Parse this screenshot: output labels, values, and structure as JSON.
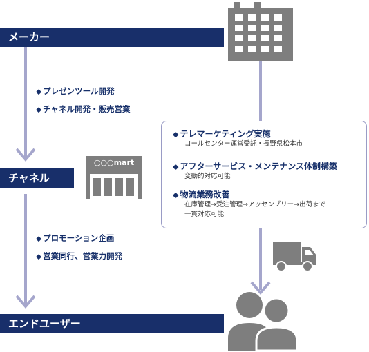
{
  "bands": {
    "maker": "メーカー",
    "channel": "チャネル",
    "end_user": "エンドユーザー"
  },
  "maker_to_channel": [
    "プレゼンツール開発",
    "チャネル開発・販売営業"
  ],
  "channel_to_user": [
    "プロモーション企画",
    "営業同行、営業力開発"
  ],
  "store_sign": "○○○mart",
  "services": [
    {
      "title": "テレマーケティング実施",
      "detail": [
        "コールセンター運営受託・長野県松本市"
      ]
    },
    {
      "title": "アフターサービス・メンテナンス体制構築",
      "detail": [
        "変動的対応可能"
      ]
    },
    {
      "title": "物流業務改善",
      "detail": [
        "在庫管理→受注管理→アッセンブリー→出荷まで",
        "一貫対応可能"
      ]
    }
  ],
  "colors": {
    "band": "#182f6a",
    "arrow": "#a5a6cc",
    "icon_gray": "#7e7e7e",
    "text_navy": "#17306a"
  }
}
